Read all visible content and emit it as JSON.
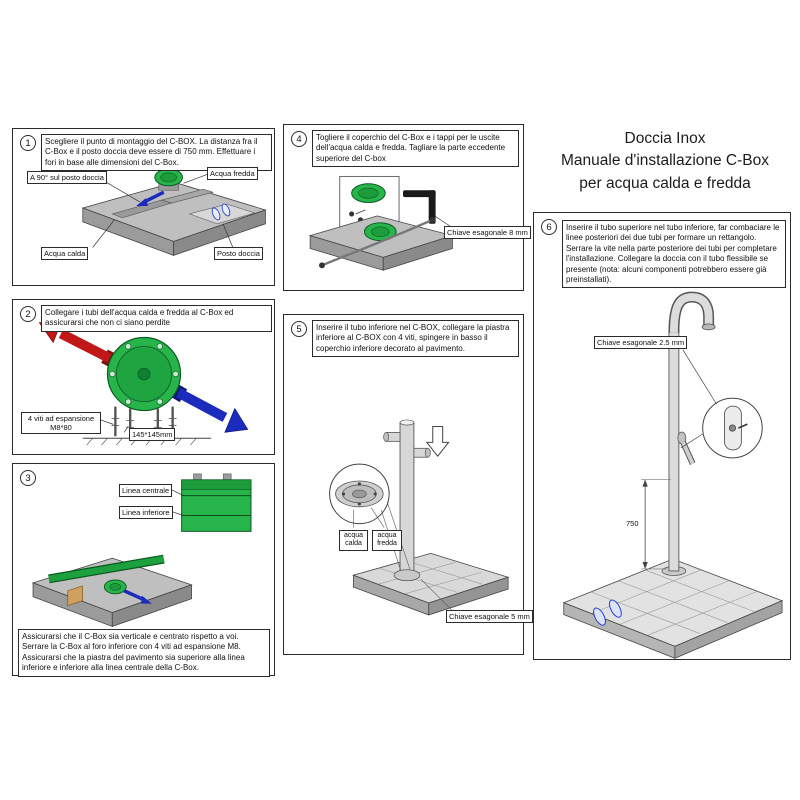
{
  "title": {
    "line1": "Doccia Inox",
    "line2": "Manuale d'installazione C-Box",
    "line3": "per acqua calda e fredda"
  },
  "colors": {
    "box_green": "#27b44b",
    "hot_red": "#c01818",
    "cold_blue": "#1b2bbd",
    "slab_gray": "#bfbfbf"
  },
  "steps": {
    "s1": {
      "number": "1",
      "text": "Scegliere il punto di montaggio del C-BOX. La distanza fra il C-Box e il posto doccia deve essere di 750 mm. Effettuare i fori in base alle dimensioni del C-Box.",
      "labels": {
        "angle": "A 90° sul posto doccia",
        "cold": "Acqua fredda",
        "hot": "Acqua calda",
        "spot": "Posto doccia"
      }
    },
    "s2": {
      "number": "2",
      "text": "Collegare i tubi dell'acqua calda e fredda al C-Box ed assicurarsi che non ci siano perdite",
      "labels": {
        "screws": "4 viti ad espansione M8*80",
        "size": "145*145mm"
      }
    },
    "s3": {
      "number": "3",
      "text": "Assicurarsi che il C-Box sia verticale e centrato rispetto a voi. Serrare la C-Box al foro inferiore con 4 viti ad espansione M8. Assicurarsi che la piastra del pavimento sia superiore alla linea inferiore e inferiore alla linea centrale della C-Box.",
      "labels": {
        "center_line": "Linea centrale",
        "lower_line": "Linea inferiore"
      }
    },
    "s4": {
      "number": "4",
      "text": "Togliere il coperchio del C-Box e i tappi per le uscite dell'acqua calda e fredda. Tagliare la parte eccedente superiore del C-box",
      "labels": {
        "wrench": "Chiave esagonale 8 mm"
      }
    },
    "s5": {
      "number": "5",
      "text": "Inserire il tubo inferiore nel C-BOX, collegare la piastra inferiore al C-BOX con 4 viti, spingere in basso il coperchio inferiore decorato al pavimento.",
      "labels": {
        "hot": "acqua calda",
        "cold": "acqua fredda",
        "wrench": "Chiave esagonale 5 mm"
      }
    },
    "s6": {
      "number": "6",
      "text": "Inserire il tubo superiore nel tubo inferiore, far combaciare le linee posteriori dei due tubi per formare un rettangolo. Serrare la vite nella parte posteriore dei tubi per completare l'installazione. Collegare la doccia con il tubo flessibile se presente (nota: alcuni componenti potrebbero essere già preinstallati).",
      "labels": {
        "wrench": "Chiave esagonale 2.5 mm",
        "dimension": "750"
      }
    }
  }
}
